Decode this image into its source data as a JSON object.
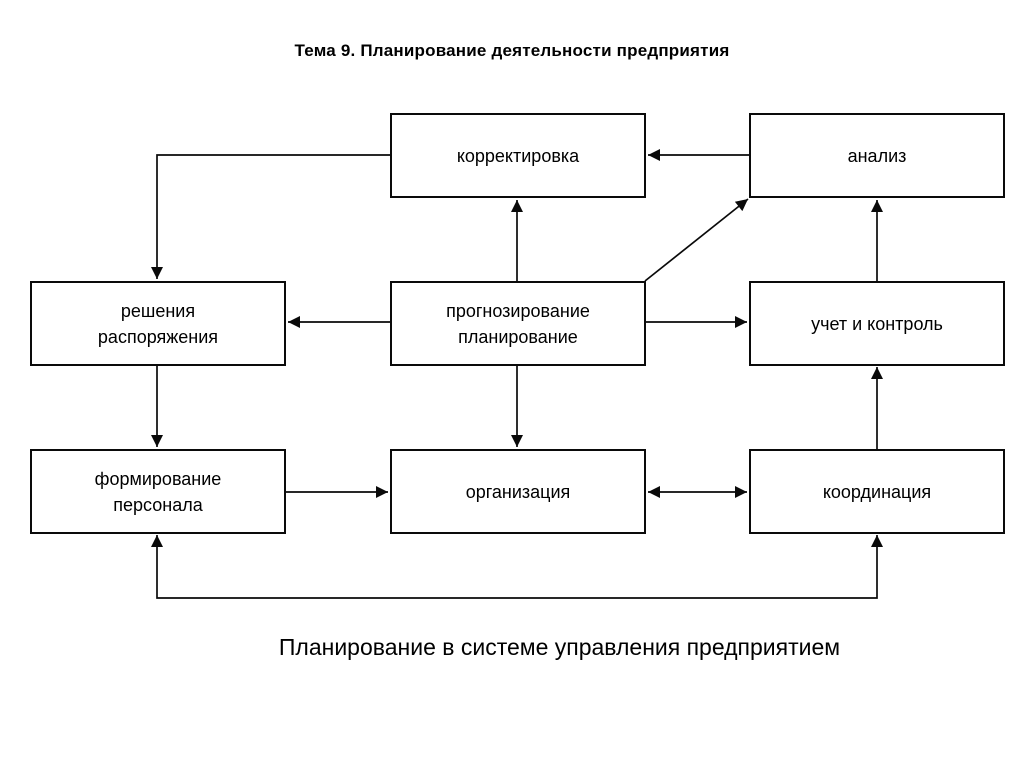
{
  "title": "Тема 9. Планирование деятельности предприятия",
  "caption": "Планирование в системе управления предприятием",
  "colors": {
    "ink": "#000000",
    "background": "#ffffff"
  },
  "nodes": {
    "adjustment": {
      "label": "корректировка"
    },
    "analysis": {
      "label": "анализ"
    },
    "decisions": {
      "label": "решения\nраспоряжения"
    },
    "forecasting": {
      "label": "прогнозирование\nпланирование"
    },
    "accounting": {
      "label": "учет и контроль"
    },
    "staffing": {
      "label": "формирование\nперсонала"
    },
    "organization": {
      "label": "организация"
    },
    "coordination": {
      "label": "координация"
    }
  },
  "edges": [
    {
      "from": "анализ",
      "to": "корректировка",
      "type": "arrow"
    },
    {
      "from": "прогнозирование планирование",
      "to": "корректировка",
      "type": "arrow"
    },
    {
      "from": "прогнозирование планирование",
      "to": "анализ",
      "type": "arrow"
    },
    {
      "from": "учет и контроль",
      "to": "анализ",
      "type": "arrow"
    },
    {
      "from": "корректировка",
      "to": "решения распоряжения",
      "type": "arrow"
    },
    {
      "from": "прогнозирование планирование",
      "to": "решения распоряжения",
      "type": "arrow"
    },
    {
      "from": "прогнозирование планирование",
      "to": "учет и контроль",
      "type": "arrow"
    },
    {
      "from": "решения распоряжения",
      "to": "формирование персонала",
      "type": "arrow"
    },
    {
      "from": "прогнозирование планирование",
      "to": "организация",
      "type": "arrow"
    },
    {
      "from": "формирование персонала",
      "to": "организация",
      "type": "arrow"
    },
    {
      "from": "организация",
      "to": "координация",
      "type": "double-arrow"
    },
    {
      "from": "координация",
      "to": "учет и контроль",
      "type": "arrow"
    },
    {
      "from": "координация",
      "to": "формирование персонала",
      "type": "double-arrow"
    }
  ]
}
